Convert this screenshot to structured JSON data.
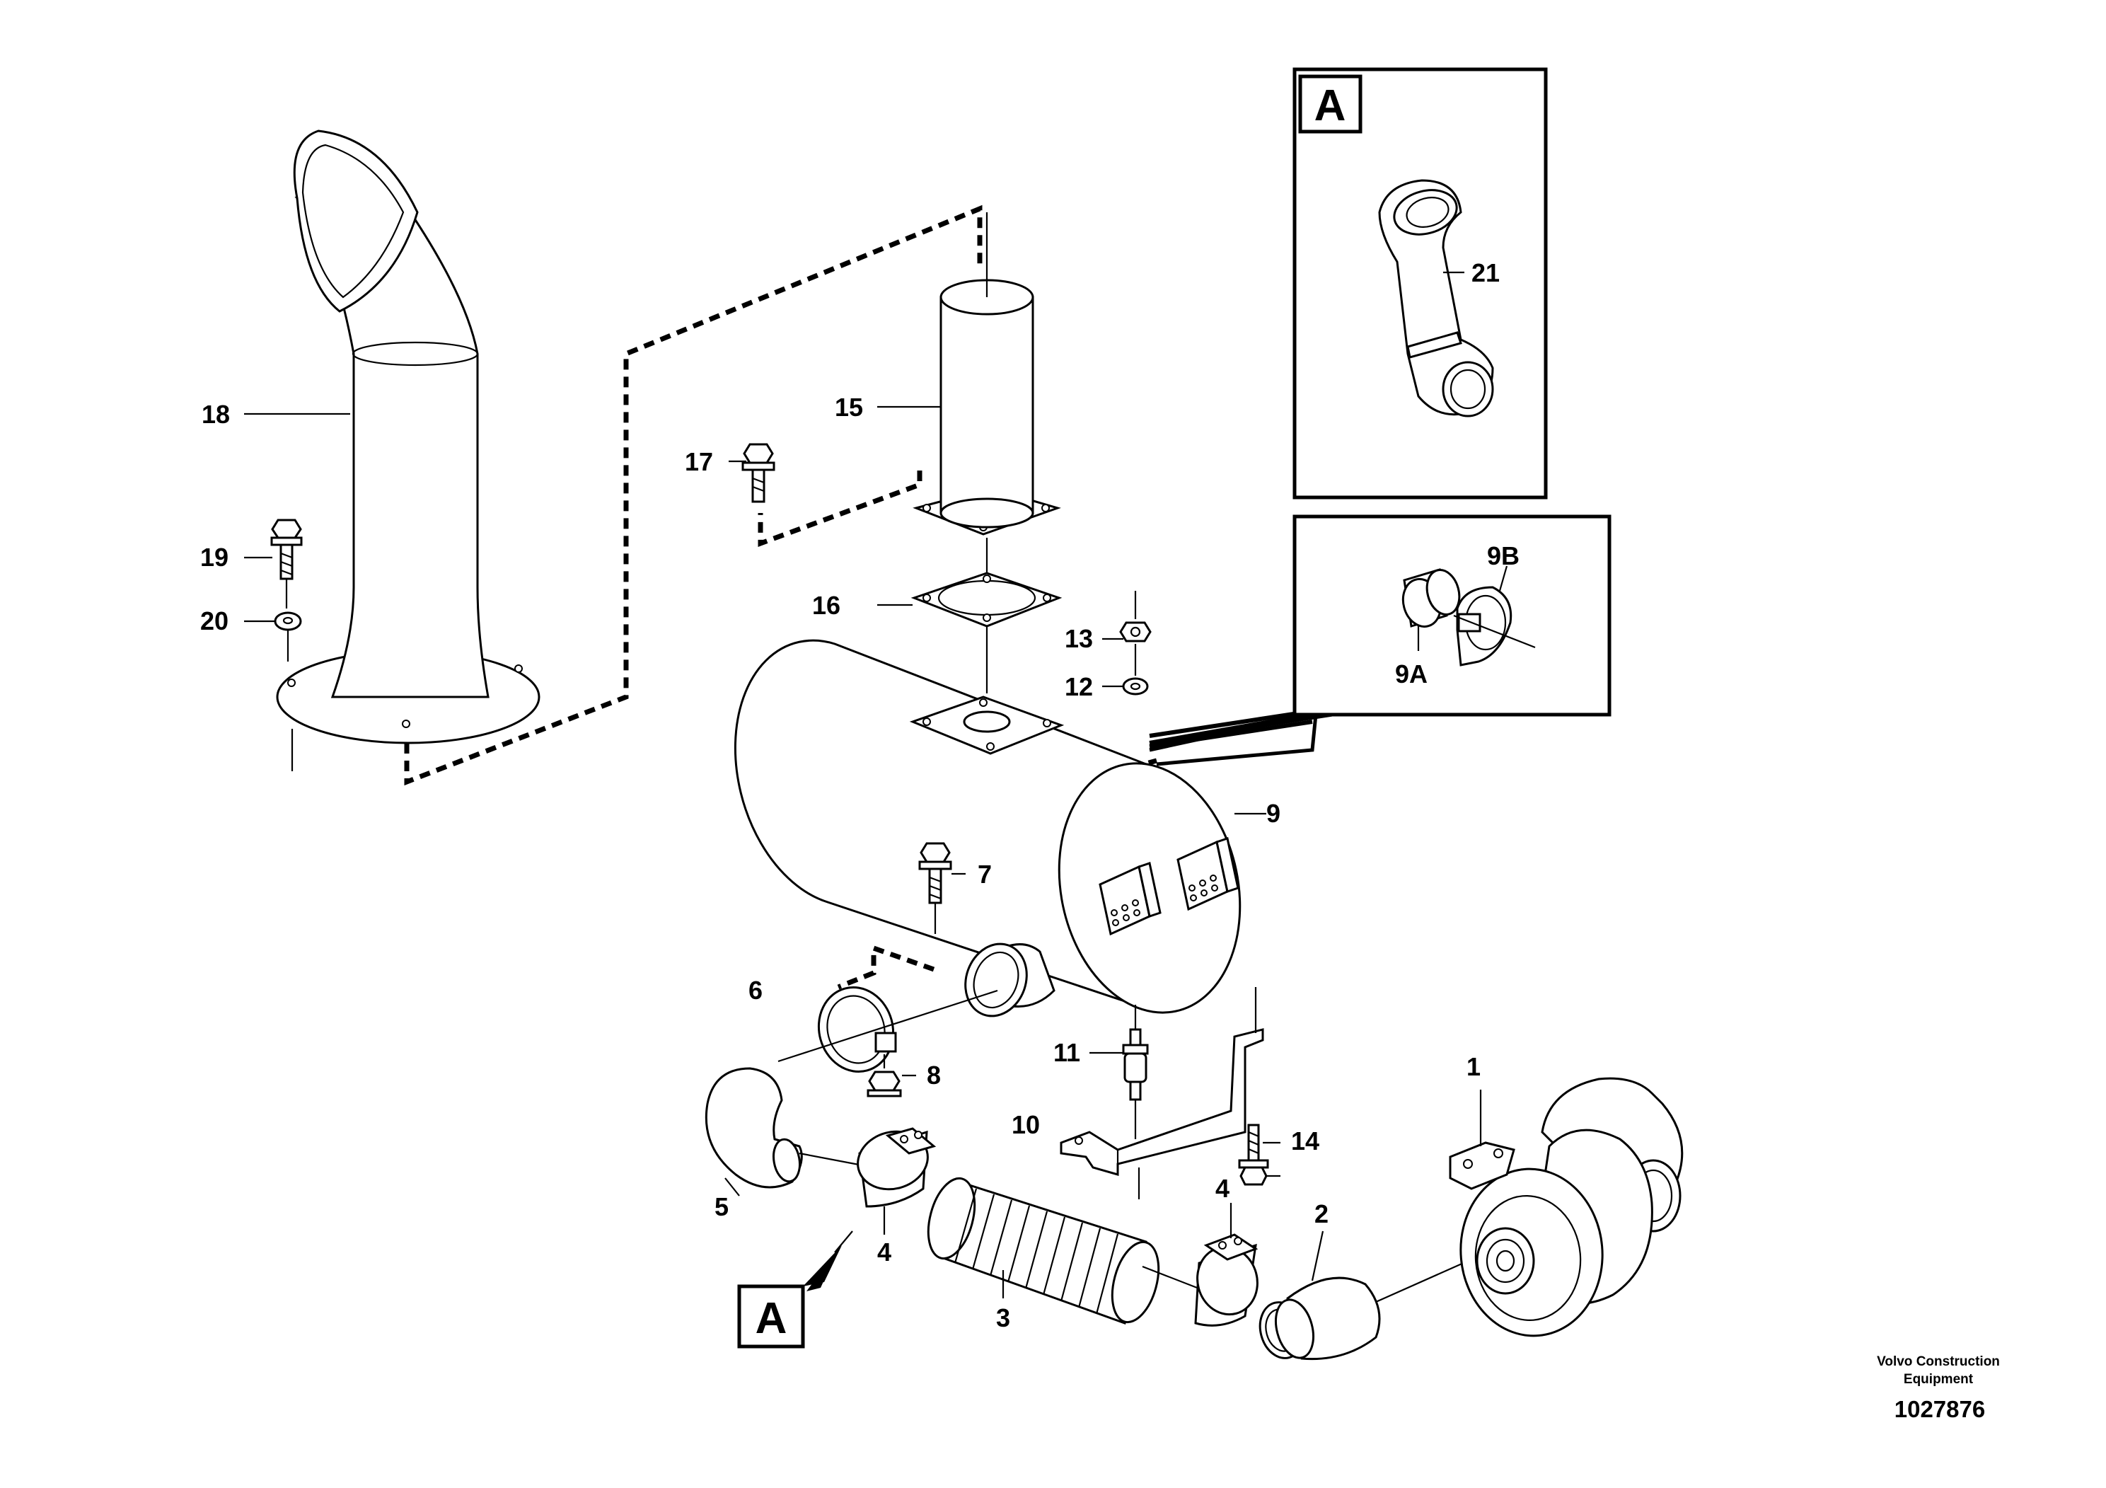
{
  "callouts": {
    "c1": "1",
    "c2": "2",
    "c3": "3",
    "c4a": "4",
    "c4b": "4",
    "c5": "5",
    "c6": "6",
    "c7": "7",
    "c8": "8",
    "c9": "9",
    "c9a": "9A",
    "c9b": "9B",
    "c10": "10",
    "c11": "11",
    "c12": "12",
    "c13": "13",
    "c14": "14",
    "c15": "15",
    "c16": "16",
    "c17": "17",
    "c18": "18",
    "c19": "19",
    "c20": "20",
    "c21": "21"
  },
  "detail_box": {
    "letter": "A"
  },
  "view_marker": {
    "letter": "A"
  },
  "footer": {
    "company_line1": "Volvo Construction",
    "company_line2": "Equipment",
    "drawing_number": "1027876"
  }
}
